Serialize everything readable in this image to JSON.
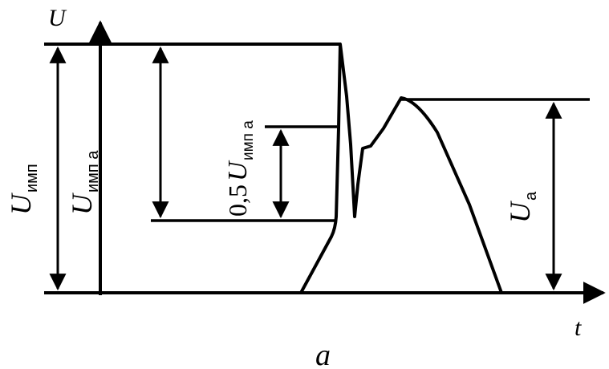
{
  "labels": {
    "axis_u": "U",
    "axis_t": "t",
    "caption": "a",
    "u_imp_main": "U",
    "u_imp_sub": "имп",
    "u_imp_a_main": "U",
    "u_imp_a_sub": "имп а",
    "half_prefix": "0,5",
    "half_main": "U",
    "half_sub": "имп а",
    "u_a_main": "U",
    "u_a_sub": "а"
  }
}
